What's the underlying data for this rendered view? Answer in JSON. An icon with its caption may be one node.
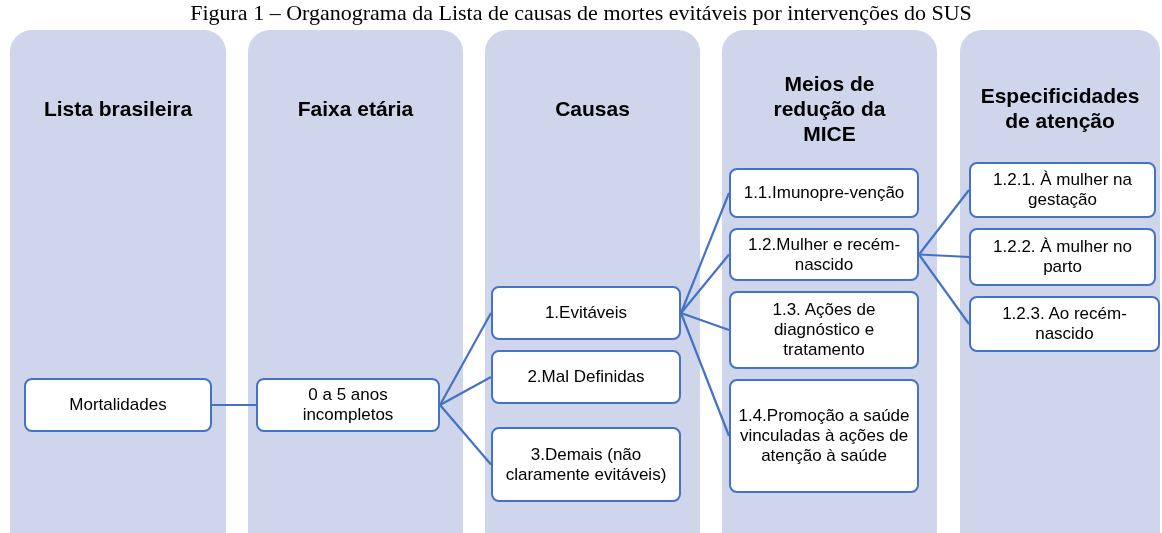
{
  "diagram": {
    "title": "Figura 1 – Organograma da Lista de causas de mortes evitáveis por intervenções do SUS",
    "nodes": [
      {
        "text": [
          "Lista brasileira"
        ]
      },
      {
        "text": [
          "Faixa etária"
        ]
      },
      {
        "text": [
          "Causas"
        ]
      },
      {
        "text": [
          "Meios de redução da MICE"
        ]
      },
      {
        "text": [
          "Especificidades de atenção"
        ]
      },
      {
        "text": [
          "Mortalidades"
        ],
        "in": 0
      },
      {
        "text": [
          "0 a 5 anos incompletos"
        ],
        "in": 1
      },
      {
        "text": [
          "1.Evitáveis"
        ],
        "in": 2
      },
      {
        "text": [
          "2.Mal Definidas"
        ],
        "in": 2
      },
      {
        "text": [
          "3.Demais (não claramente evitáveis)"
        ],
        "in": 2
      },
      {
        "text": [
          "1.1.Imunopre-venção"
        ],
        "in": 3
      },
      {
        "text": [
          "1.2.Mulher e recém-nascido"
        ],
        "in": 3
      },
      {
        "text": [
          "1.3. Ações de diagnóstico e tratamento"
        ],
        "in": 3
      },
      {
        "text": [
          "1.4.Promoção a saúde vinculadas à ações de atenção à saúde"
        ],
        "in": 3
      },
      {
        "text": [
          "1.2.1. À mulher na gestação"
        ],
        "in": 4
      },
      {
        "text": [
          "1.2.2. À mulher no parto"
        ],
        "in": 4
      },
      {
        "text": [
          "1.2.3. Ao recém-nascido"
        ],
        "in": 4
      }
    ],
    "edges": [
      {
        "from": 5,
        "to": 6,
        "arrow": "none"
      },
      {
        "from": 6,
        "to": 7,
        "arrow": "none"
      },
      {
        "from": 6,
        "to": 8,
        "arrow": "none"
      },
      {
        "from": 6,
        "to": 9,
        "arrow": "none"
      },
      {
        "from": 7,
        "to": 10,
        "arrow": "none"
      },
      {
        "from": 7,
        "to": 11,
        "arrow": "none"
      },
      {
        "from": 7,
        "to": 12,
        "arrow": "none"
      },
      {
        "from": 7,
        "to": 13,
        "arrow": "none"
      },
      {
        "from": 11,
        "to": 14,
        "arrow": "none"
      },
      {
        "from": 11,
        "to": 15,
        "arrow": "none"
      },
      {
        "from": 11,
        "to": 16,
        "arrow": "none"
      }
    ]
  }
}
